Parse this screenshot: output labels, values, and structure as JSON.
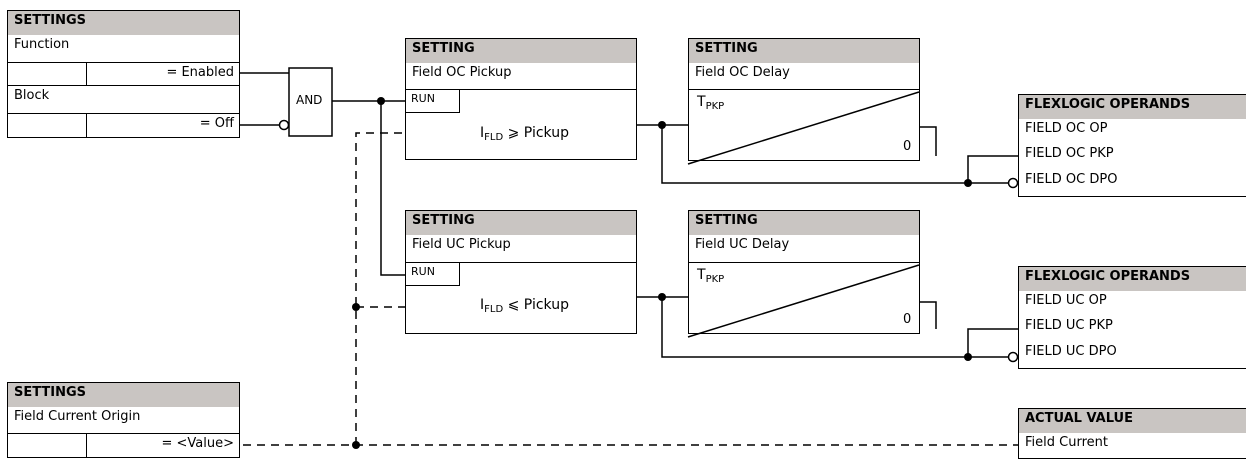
{
  "settings_function": {
    "header": "SETTINGS",
    "function_label": "Function",
    "function_value": "= Enabled",
    "block_label": "Block",
    "block_value": "= Off"
  },
  "and_gate": {
    "label": "AND"
  },
  "oc_pickup": {
    "header": "SETTING",
    "name": "Field OC Pickup",
    "run": "RUN",
    "expr_main": "I",
    "expr_sub": "FLD",
    "expr_rest": " ⩾ Pickup"
  },
  "oc_delay": {
    "header": "SETTING",
    "name": "Field OC Delay",
    "t_main": "T",
    "t_sub": "PKP",
    "zero": "0"
  },
  "uc_pickup": {
    "header": "SETTING",
    "name": "Field UC Pickup",
    "run": "RUN",
    "expr_main": "I",
    "expr_sub": "FLD",
    "expr_rest": " ⩽ Pickup"
  },
  "uc_delay": {
    "header": "SETTING",
    "name": "Field UC Delay",
    "t_main": "T",
    "t_sub": "PKP",
    "zero": "0"
  },
  "oc_operands": {
    "header": "FLEXLOGIC OPERANDS",
    "items": [
      "FIELD OC OP",
      "FIELD OC PKP",
      "FIELD OC DPO"
    ]
  },
  "uc_operands": {
    "header": "FLEXLOGIC OPERANDS",
    "items": [
      "FIELD UC OP",
      "FIELD UC PKP",
      "FIELD UC DPO"
    ]
  },
  "settings_origin": {
    "header": "SETTINGS",
    "label": "Field Current Origin",
    "value": "= <Value>"
  },
  "actual_value": {
    "header": "ACTUAL VALUE",
    "item": "Field Current"
  }
}
